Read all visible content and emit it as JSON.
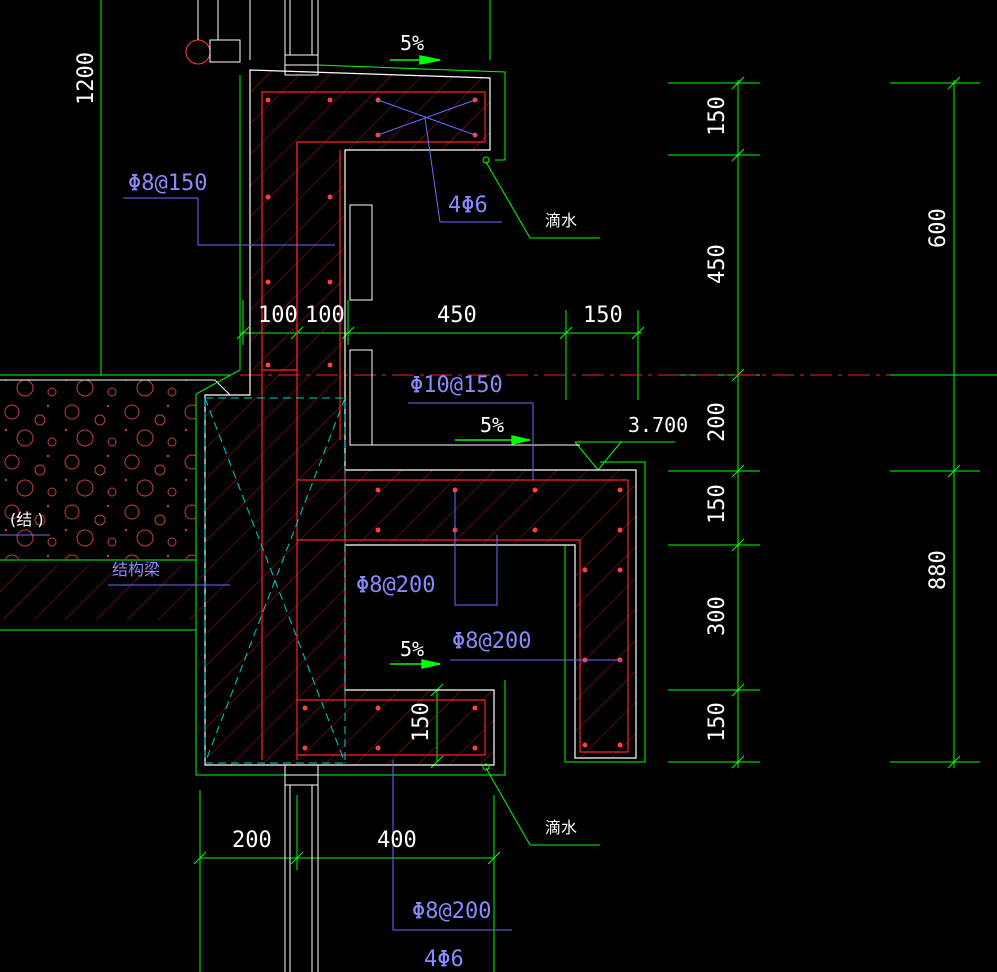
{
  "colors": {
    "background": "#000000",
    "dimension_line": "#00ff00",
    "outline": "#ffffff",
    "rebar": "#ff2020",
    "hatch": "#cc2020",
    "leader": "#6a6aff",
    "hidden": "#00cccc",
    "text_blue": "#8a8aff"
  },
  "labels": {
    "slope_top": "5%",
    "slope_mid": "5%",
    "slope_bottom": "5%",
    "rebar_phi8_150": "Φ8@150",
    "rebar_4phi6_top": "4Φ6",
    "rebar_phi10_150": "Φ10@150",
    "rebar_phi8_200_a": "Φ8@200",
    "rebar_phi8_200_b": "Φ8@200",
    "rebar_phi8_200_c": "Φ8@200",
    "rebar_4phi6_bottom": "4Φ6",
    "drip_top": "滴水",
    "drip_bottom": "滴水",
    "structural_beam": "结构梁",
    "structure_note": "(结 )",
    "elevation": "3.700"
  },
  "dimensions": {
    "d_1200": "1200",
    "d_100_a": "100",
    "d_100_b": "100",
    "d_450_h": "450",
    "d_150_h": "150",
    "d_200_bottom": "200",
    "d_400_bottom": "400",
    "d_150_inner": "150",
    "v_150_a": "150",
    "v_450": "450",
    "v_200": "200",
    "v_150_b": "150",
    "v_300": "300",
    "v_150_c": "150",
    "v_600": "600",
    "v_880": "880"
  }
}
